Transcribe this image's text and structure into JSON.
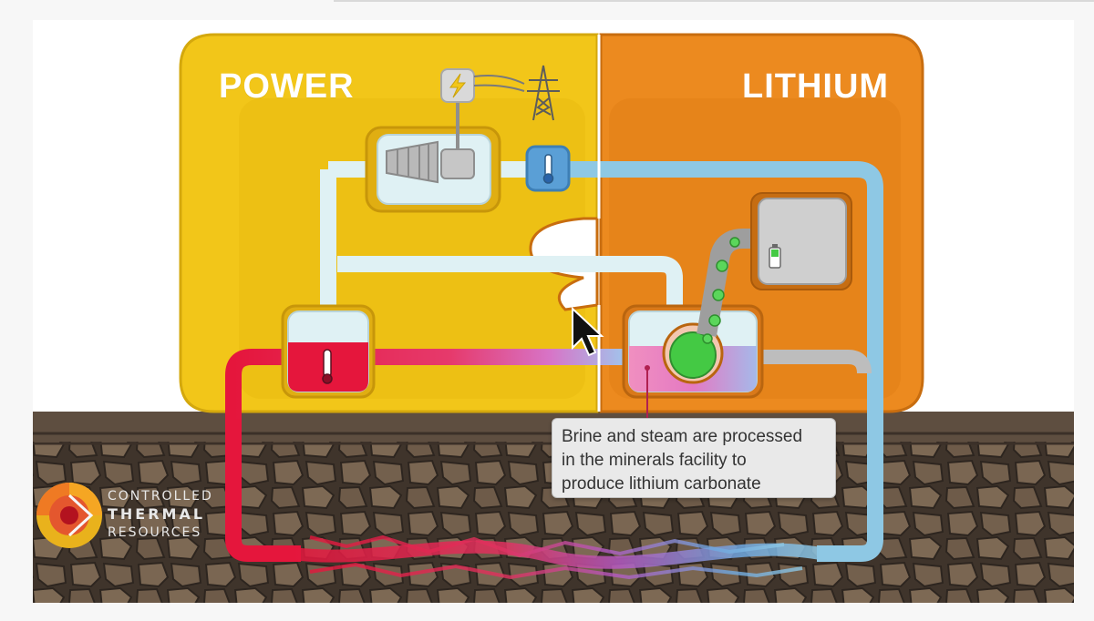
{
  "diagram": {
    "power_label": "POWER",
    "lithium_label": "LITHIUM",
    "callout_lines": [
      "Brine and steam are processed",
      "in the minerals facility to",
      "produce lithium carbonate"
    ]
  },
  "logo": {
    "line1": "CONTROLLED",
    "line2": "THERMAL",
    "line3": "RESOURCES"
  },
  "colors": {
    "power_zone": "#f2c619",
    "lithium_zone": "#ec8a1f",
    "hot_brine": "#e5163c",
    "cool_return": "#8ec8e4",
    "steam": "#dff1f4",
    "ground": "#5a4a3c"
  },
  "icons": [
    "lightning-icon",
    "power-tower-icon",
    "turbine-icon",
    "thermometer-icon",
    "battery-icon",
    "cursor-icon"
  ]
}
